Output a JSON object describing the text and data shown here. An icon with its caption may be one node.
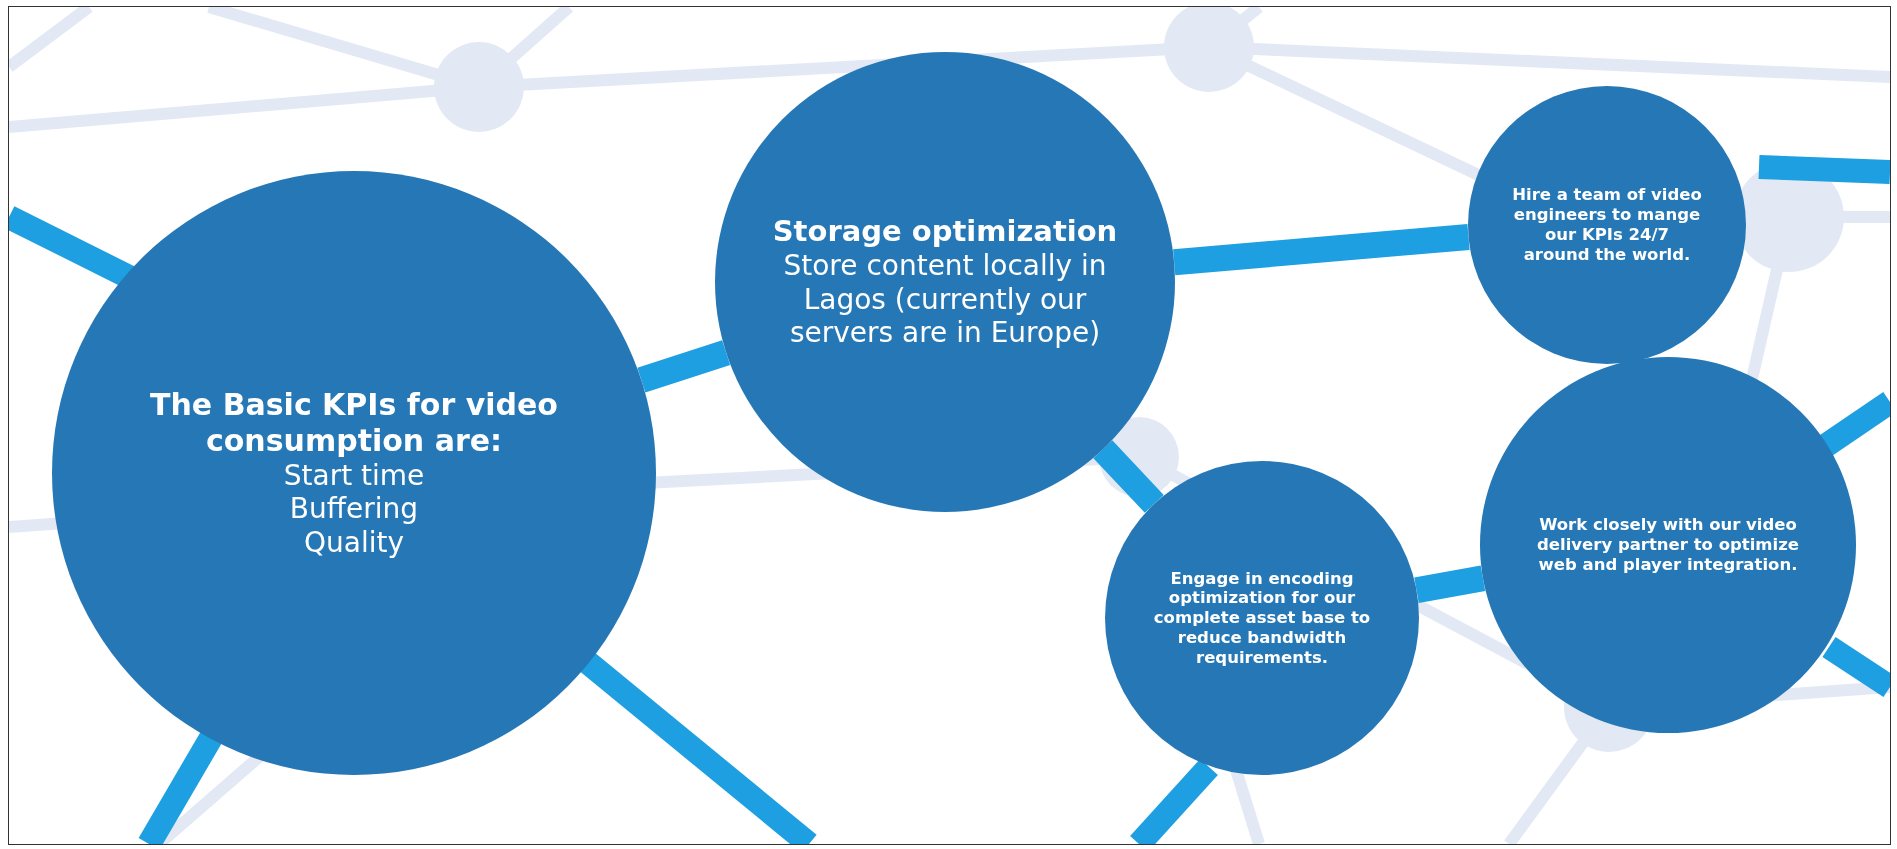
{
  "diagram": {
    "nodes": [
      {
        "text": [
          "The Basic KPIs for video consumption are:",
          "Start time",
          "Buffering",
          "Quality"
        ]
      },
      {
        "text": [
          "Storage optimization",
          "Store content locally in Lagos (currently our servers are in Europe)"
        ]
      },
      {
        "text": [
          "Hire a team of video engineers to mange our KPIs 24/7 around the world."
        ]
      },
      {
        "text": [
          "Engage in encoding optimization for our complete asset base to reduce bandwidth requirements."
        ]
      },
      {
        "text": [
          "Work closely with our video delivery partner to optimize web and player integration."
        ]
      }
    ],
    "edges": [
      {
        "from": 0,
        "to": 1,
        "arrow": "none"
      },
      {
        "from": 1,
        "to": 2,
        "arrow": "none"
      },
      {
        "from": 1,
        "to": 3,
        "arrow": "none"
      },
      {
        "from": 3,
        "to": 4,
        "arrow": "none"
      }
    ]
  }
}
